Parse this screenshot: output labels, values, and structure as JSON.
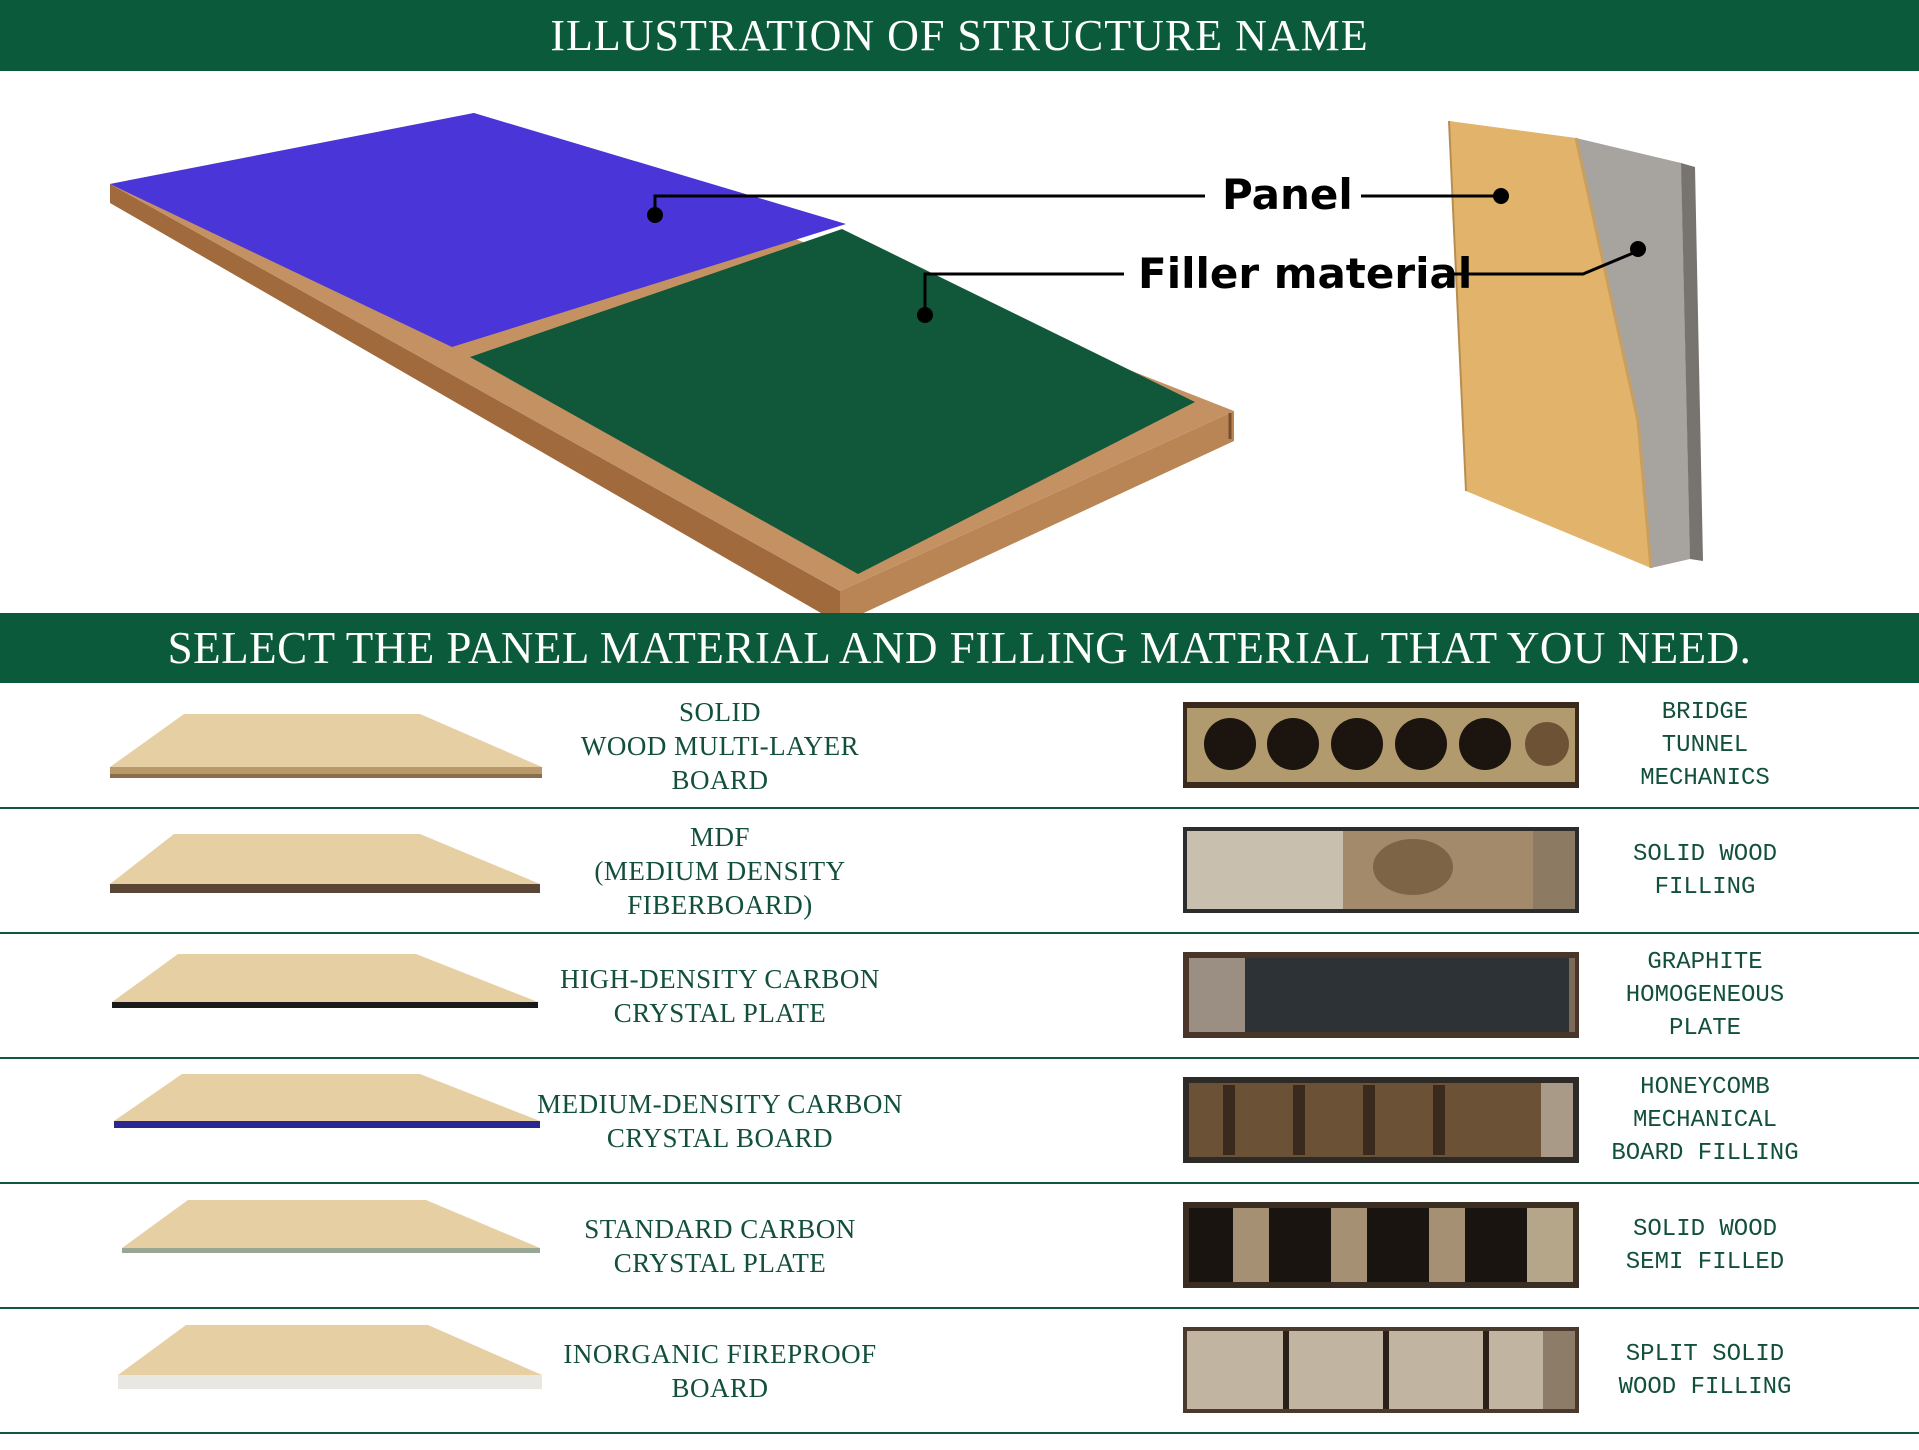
{
  "header": {
    "title": "ILLUSTRATION OF STRUCTURE NAME"
  },
  "diagram": {
    "callouts": {
      "panel": "Panel",
      "filler": "Filler material"
    },
    "colors": {
      "panel": "#4a35d8",
      "filler": "#11573a",
      "frame": "#b07a4a",
      "core": "#9c9a96"
    }
  },
  "selection": {
    "title": "SELECT THE PANEL MATERIAL AND FILLING MATERIAL THAT YOU NEED."
  },
  "rows": [
    {
      "panel": "SOLID\nWOOD MULTI-LAYER\nBOARD",
      "filling": "BRIDGE\nTUNNEL\nMECHANICS"
    },
    {
      "panel": "MDF\n(MEDIUM DENSITY\nFIBERBOARD)",
      "filling": "SOLID WOOD\nFILLING"
    },
    {
      "panel": "HIGH-DENSITY CARBON\nCRYSTAL PLATE",
      "filling": "GRAPHITE\nHOMOGENEOUS\nPLATE"
    },
    {
      "panel": "MEDIUM-DENSITY CARBON\nCRYSTAL BOARD",
      "filling": "HONEYCOMB\nMECHANICAL\nBOARD FILLING"
    },
    {
      "panel": "STANDARD CARBON\nCRYSTAL PLATE",
      "filling": "SOLID WOOD\nSEMI FILLED"
    },
    {
      "panel": "INORGANIC FIREPROOF\nBOARD",
      "filling": "SPLIT SOLID\nWOOD FILLING"
    }
  ]
}
